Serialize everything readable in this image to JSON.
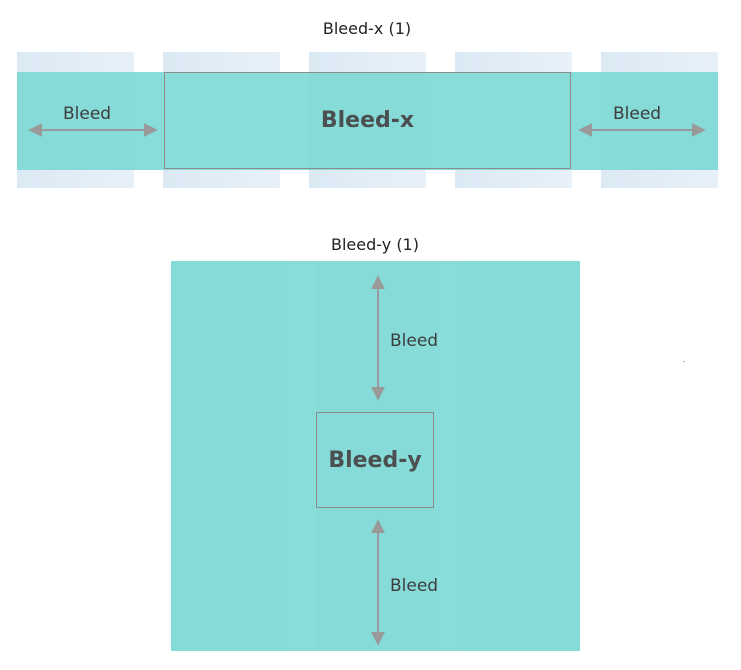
{
  "bleed_x": {
    "title": "Bleed-x (1)",
    "box_label": "Bleed-x",
    "left_label": "Bleed",
    "right_label": "Bleed"
  },
  "bleed_y": {
    "title": "Bleed-y (1)",
    "box_label": "Bleed-y",
    "top_label": "Bleed",
    "bottom_label": "Bleed"
  },
  "colors": {
    "band": "#88dcd9",
    "column_light": "#dbe9f4",
    "arrow": "#999999",
    "outline": "#8c8c8c"
  }
}
